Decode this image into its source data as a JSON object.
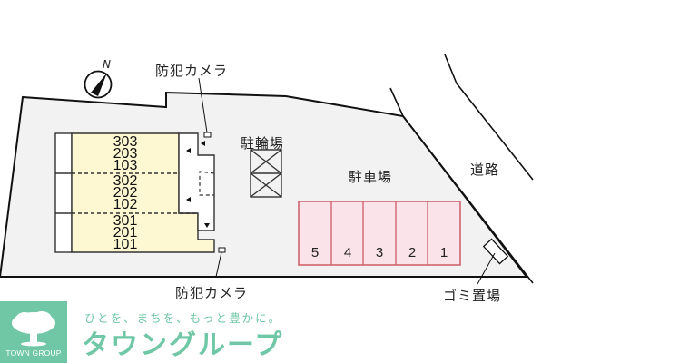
{
  "compass": {
    "label": "N",
    "icon": "north-arrow-icon"
  },
  "labels": {
    "camera_top": "防犯カメラ",
    "camera_bottom": "防犯カメラ",
    "bicycle_parking": "駐輪場",
    "parking_lot": "駐車場",
    "road": "道路",
    "garbage": "ゴミ置場"
  },
  "building": {
    "stacks": [
      {
        "units": [
          "303",
          "203",
          "103"
        ]
      },
      {
        "units": [
          "302",
          "202",
          "102"
        ]
      },
      {
        "units": [
          "301",
          "201",
          "101"
        ]
      }
    ]
  },
  "parking_bays": [
    "5",
    "4",
    "3",
    "2",
    "1"
  ],
  "colors": {
    "site_fill": "#f2f2f2",
    "building_fill": "#fdf8d2",
    "parking_fill": "#fbe3ea",
    "parking_stroke": "#d0646f",
    "brand_green": "#6fc7a5"
  },
  "logo": {
    "caption": "TOWN GROUP",
    "tagline": "ひとを、まちを、もっと豊かに。",
    "brand_name": "タウングループ"
  }
}
